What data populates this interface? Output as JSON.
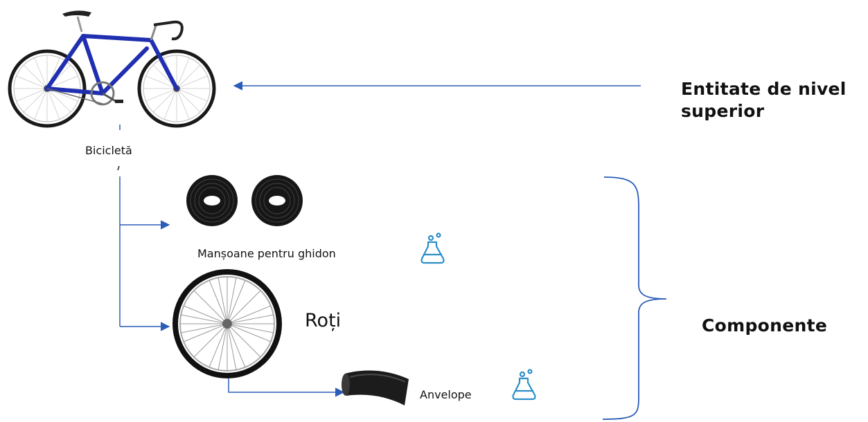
{
  "diagram": {
    "bicycle": {
      "label": "Bicicletă",
      "icon": "bicycle-image"
    },
    "grips": {
      "label": "Manșoane pentru ghidon",
      "icon": "handlebar-tape-image"
    },
    "wheels": {
      "label": "Roți",
      "icon": "wheel-image"
    },
    "tires": {
      "label": "Anvelope",
      "icon": "tire-image"
    },
    "top_level_label": "Entitate de nivel superior",
    "components_label": "Componente",
    "flask_icon": "flask-icon",
    "colors": {
      "connector": "#2b5cb8",
      "bike_frame": "#1f2fb0",
      "flask": "#2a8ec9",
      "text": "#111111"
    }
  }
}
